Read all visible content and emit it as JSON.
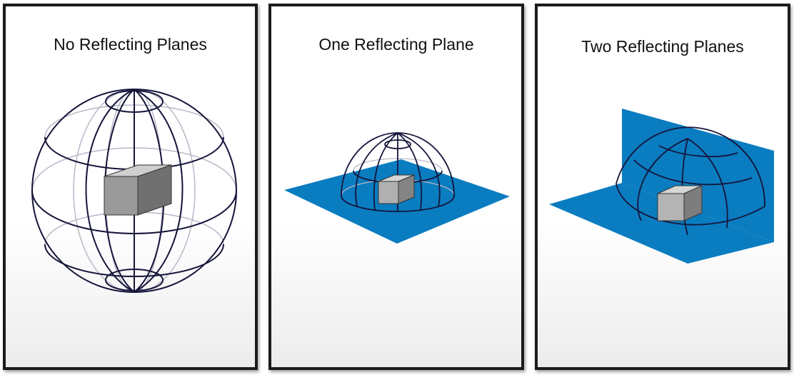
{
  "panels": [
    {
      "title": "No Reflecting Planes"
    },
    {
      "title": "One Reflecting Plane"
    },
    {
      "title": "Two Reflecting Planes"
    }
  ],
  "colors": {
    "plane": "#0a7cc0",
    "wire": "#15153a",
    "wire_light": "#b8b8c8",
    "cube_top": "#d0d0d0",
    "cube_front": "#9a9a9a",
    "cube_side": "#6e6e6e"
  }
}
